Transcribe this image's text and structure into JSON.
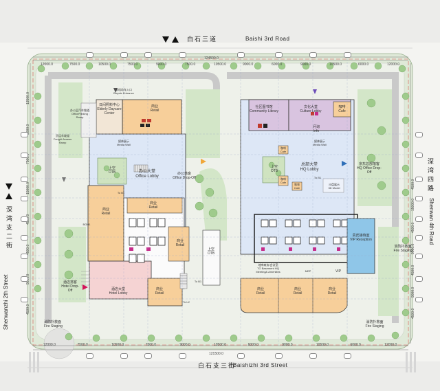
{
  "roads": {
    "north_cn": "白石三道",
    "north_en": "Baishi 3rd Road",
    "south_cn": "白石支三街",
    "south_en": "Baishizhi 3rd Street",
    "west_cn": "深湾支二街",
    "west_en": "Shenwanzhi 2th Street",
    "east_cn": "深湾四路",
    "east_en": "Shenwan 4th Road"
  },
  "dimensions": {
    "top_total": "124500.0",
    "bottom_total": "121500.0",
    "top_segments": [
      "12000.0",
      "7500.0",
      "10500.0",
      "7500.0",
      "9000.0",
      "7500.0",
      "10500.0",
      "9000.0",
      "6000.0",
      "9000.0",
      "10500.0",
      "6000.0",
      "12000.0"
    ],
    "bottom_segments": [
      "12000.0",
      "7500.0",
      "10500.0",
      "7500.0",
      "9000.0",
      "10500.0",
      "6000.0",
      "9000.0",
      "10500.0",
      "6000.0",
      "12000.0"
    ],
    "left_segments": [
      "13500.0",
      "9000.0",
      "7500.0",
      "15000.0",
      "4500.0",
      "4500.0",
      "9000.0",
      "4500.0"
    ],
    "right_segments": [
      "4500.0",
      "15000.0",
      "4500.0",
      "9000.0",
      "4500.0",
      "9000.0",
      "4500.0"
    ]
  },
  "rooms": {
    "elderly_cn": "日间照料中心",
    "elderly_en": "Elderly Daycare Center",
    "bicycle_cn": "非机动车入口",
    "bicycle_en": "Bicycle Entrance",
    "retail_cn": "商业",
    "retail_en": "Retail",
    "office_ramp_cn": "办公层汽车坡道",
    "office_ramp_en": "OfficeParking Ramp",
    "freight_cn": "货运车坡道",
    "freight_en": "Freight Access Ramp",
    "media_wall_cn": "媒体展示",
    "media_wall_en": "Media Wall",
    "void_cn": "上空",
    "void_en": "OTB",
    "office_lobby_cn": "办公大堂",
    "office_lobby_en": "Office Lobby",
    "office_dropoff_cn": "办公落客",
    "office_dropoff_en": "Office Drop-Off",
    "to_b1": "To B1",
    "to_l2": "To L2",
    "community_cn": "社区图书馆",
    "community_en": "Community Library",
    "culture_cn": "文化大堂",
    "culture_en": "Culture Lobby",
    "cafe_cn": "咖啡",
    "cafe_en": "Cafe",
    "info_cn": "问询",
    "info_en": "Info",
    "hq_lobby_cn": "总部大堂",
    "hq_lobby_en": "HQ Lobby",
    "model_cn": "沙盘展示",
    "model_en": "3D Model",
    "hq_dropoff_cn": "京东总部落客",
    "hq_dropoff_en": "HQ Office Drop-Off",
    "vip_cn": "贵宾接待室",
    "vip_en": "VIP Reception",
    "vip": "VIP",
    "hotel_dropoff_cn": "酒店落客",
    "hotel_dropoff_en": "Hotel Drop-Off",
    "hotel_lobby_cn": "酒店大堂",
    "hotel_lobby_en": "Hotel Lobby",
    "fire_cn": "消防扑救面",
    "fire_en": "Fire Staging",
    "b1_meeting_cn": "地库商务/会议室",
    "b1_meeting_en": "TO Basement HQ Meeting& Amenities",
    "mep": "MEP",
    "bgh1": "BGH1"
  },
  "colors": {
    "retail": "#f7cf9a",
    "lobby": "#dde7f6",
    "culture": "#d9c4e0",
    "vip": "#8fc6e8",
    "hotel": "#f5d3d3",
    "landscape": "#d3e6c8",
    "tree": "#8fc27a"
  }
}
